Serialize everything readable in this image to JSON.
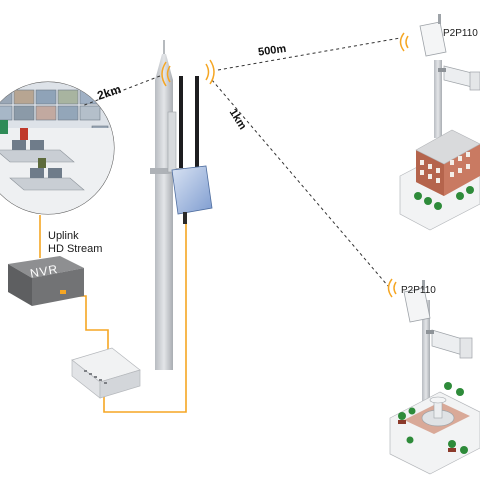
{
  "links": {
    "distance_left": "2km",
    "distance_top": "500m",
    "distance_diag": "1km"
  },
  "devices": {
    "remote_top": "P2P110",
    "remote_bottom": "P2P110",
    "nvr": "NVR"
  },
  "uplink": {
    "line1": "Uplink",
    "line2": "HD Stream"
  },
  "colors": {
    "cable": "#f5a623",
    "wireless": "#f5a623",
    "pole": "#c9ccd0",
    "device_blue": "#6b8fc7"
  }
}
